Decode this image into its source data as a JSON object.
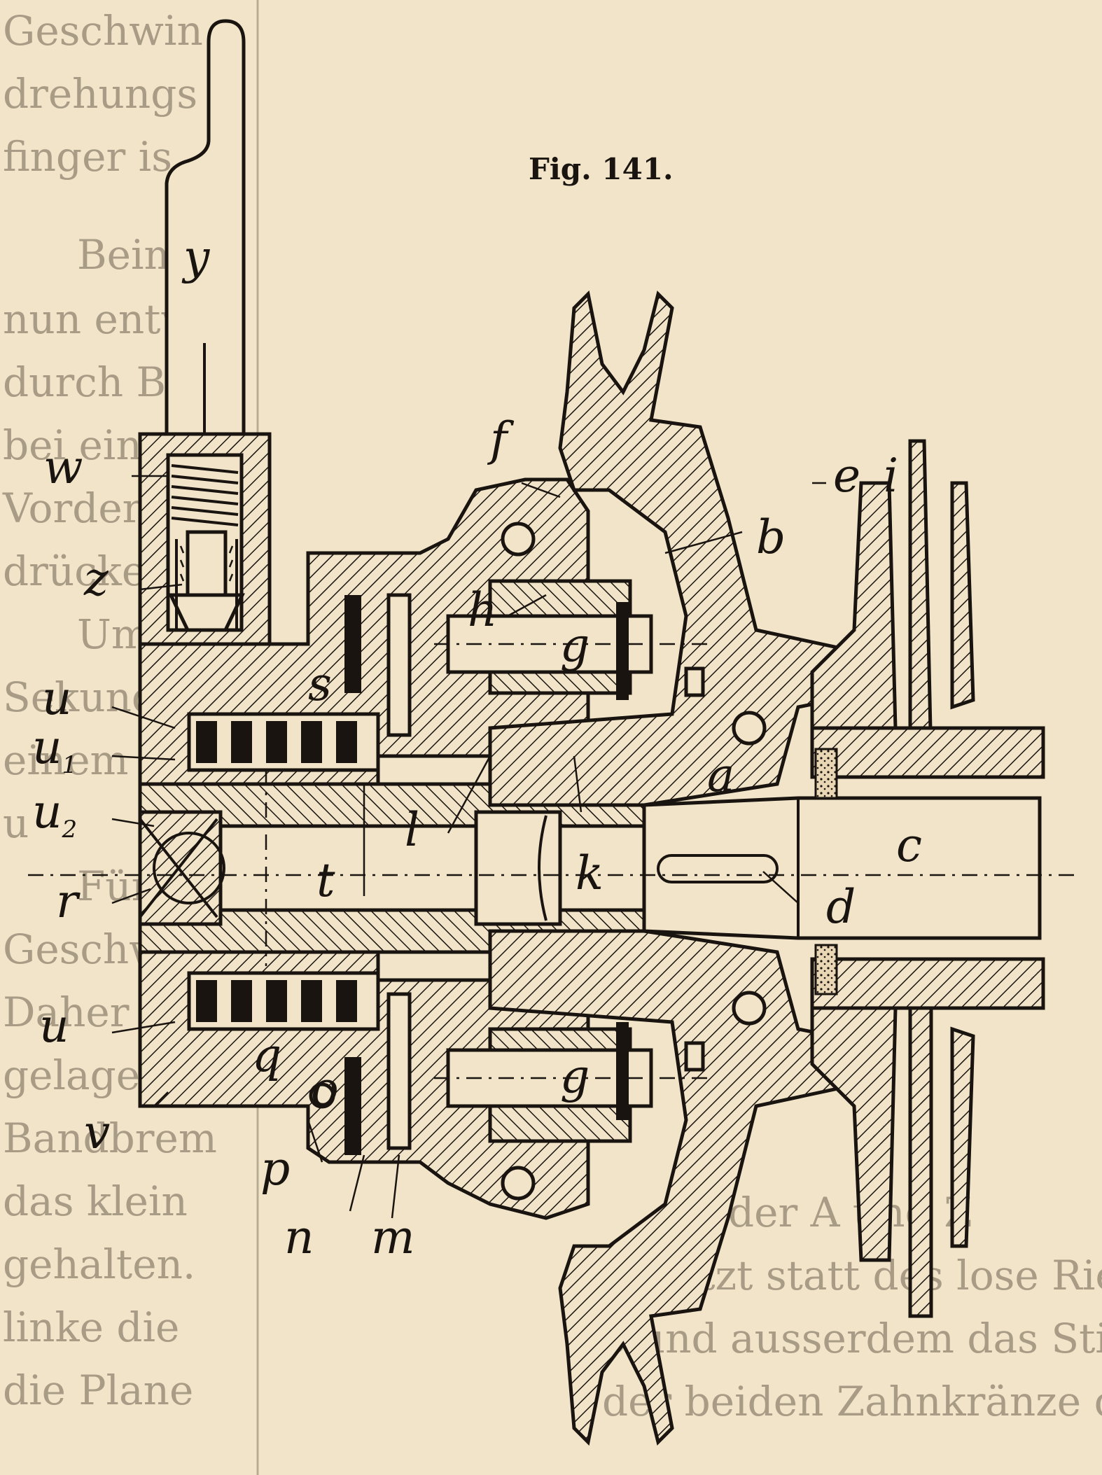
{
  "figure": {
    "caption": "Fig. 141.",
    "labels": {
      "y": "y",
      "w": "w",
      "z": "z",
      "u": "u",
      "u1_base": "u",
      "u1_sub": "1",
      "u2_base": "u",
      "u2_sub": "2",
      "r": "r",
      "u_lower": "u",
      "v": "v",
      "f": "f",
      "h": "h",
      "g_upper": "g",
      "g_lower": "g",
      "b": "b",
      "e": "e",
      "i": "i",
      "a": "a",
      "c": "c",
      "d": "d",
      "k": "k",
      "t": "t",
      "l": "l",
      "s": "s",
      "q": "q",
      "o": "o",
      "p": "p",
      "n": "n",
      "m": "m"
    }
  },
  "background_text": {
    "left_column": [
      "Geschwin",
      "drehungs",
      "finger is",
      "Beim",
      "nun entw",
      "durch Be",
      "bei ein",
      "Vorderrad",
      "drücken.",
      "Um",
      "Sekund",
      "einem",
      "u",
      "Für",
      "Geschw",
      "Daher (",
      "gelagert",
      "Bandbrem",
      "das klein",
      "gehalten.",
      "linke die",
      "die Plane"
    ],
    "bottom_right": [
      "der A und Z",
      "de sitzt statt des lose Riemen",
      "e und ausserdem das Stirnrad",
      "der beiden Zahnkränze des lose"
    ]
  },
  "colors": {
    "paper": "#f1e4c9",
    "ink": "#1a1410",
    "bleed_through": "#a99c86"
  }
}
